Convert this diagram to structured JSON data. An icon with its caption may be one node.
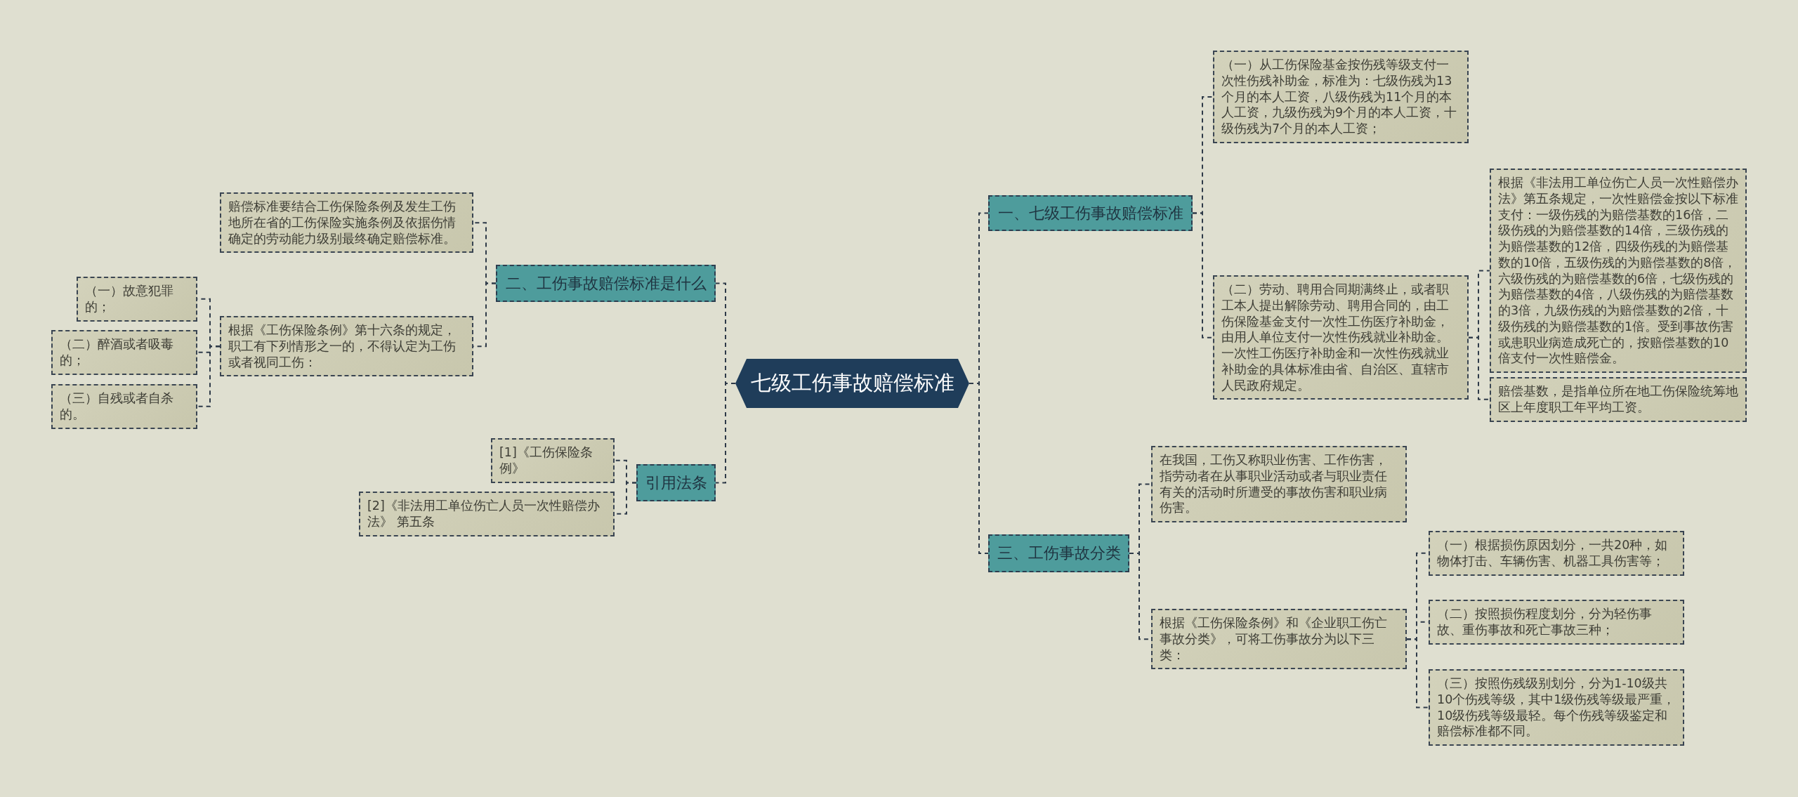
{
  "diagram": {
    "nodes": [
      {
        "text": [
          "七级工伤事故赔偿标准"
        ]
      },
      {
        "text": [
          "一、七级工伤事故赔偿标准"
        ]
      },
      {
        "text": [
          "（一）从工伤保险基金按伤残等级支付一次性伤残补助金，标准为：七级伤残为13个月的本人工资，八级伤残为11个月的本人工资，九级伤残为9个月的本人工资，十级伤残为7个月的本人工资；"
        ]
      },
      {
        "text": [
          "（二）劳动、聘用合同期满终止，或者职工本人提出解除劳动、聘用合同的，由工伤保险基金支付一次性工伤医疗补助金，由用人单位支付一次性伤残就业补助金。一次性工伤医疗补助金和一次性伤残就业补助金的具体标准由省、自治区、直辖市人民政府规定。"
        ]
      },
      {
        "text": [
          "根据《非法用工单位伤亡人员一次性赔偿办法》第五条规定，一次性赔偿金按以下标准支付：一级伤残的为赔偿基数的16倍，二级伤残的为赔偿基数的14倍，三级伤残的为赔偿基数的12倍，四级伤残的为赔偿基数的10倍，五级伤残的为赔偿基数的8倍，六级伤残的为赔偿基数的6倍，七级伤残的为赔偿基数的4倍，八级伤残的为赔偿基数的3倍，九级伤残的为赔偿基数的2倍，十级伤残的为赔偿基数的1倍。受到事故伤害或患职业病造成死亡的，按赔偿基数的10倍支付一次性赔偿金。"
        ]
      },
      {
        "text": [
          "赔偿基数，是指单位所在地工伤保险统筹地区上年度职工年平均工资。"
        ]
      },
      {
        "text": [
          "三、工伤事故分类"
        ]
      },
      {
        "text": [
          "在我国，工伤又称职业伤害、工作伤害，指劳动者在从事职业活动或者与职业责任有关的活动时所遭受的事故伤害和职业病伤害。"
        ]
      },
      {
        "text": [
          "根据《工伤保险条例》和《企业职工伤亡事故分类》，可将工伤事故分为以下三类："
        ]
      },
      {
        "text": [
          "（一）根据损伤原因划分，一共20种，如物体打击、车辆伤害、机器工具伤害等；"
        ]
      },
      {
        "text": [
          "（二）按照损伤程度划分，分为轻伤事故、重伤事故和死亡事故三种；"
        ]
      },
      {
        "text": [
          "（三）按照伤残级别划分，分为1-10级共10个伤残等级，其中1级伤残等级最严重，10级伤残等级最轻。每个伤残等级鉴定和赔偿标准都不同。"
        ]
      },
      {
        "text": [
          "二、工伤事故赔偿标准是什么"
        ]
      },
      {
        "text": [
          "赔偿标准要结合工伤保险条例及发生工伤地所在省的工伤保险实施条例及依据伤情确定的劳动能力级别最终确定赔偿标准。"
        ]
      },
      {
        "text": [
          "根据《工伤保险条例》第十六条的规定，职工有下列情形之一的，不得认定为工伤或者视同工伤："
        ]
      },
      {
        "text": [
          "（一）故意犯罪的；"
        ]
      },
      {
        "text": [
          "（二）醉酒或者吸毒的；"
        ]
      },
      {
        "text": [
          "（三）自残或者自杀的。"
        ]
      },
      {
        "text": [
          "引用法条"
        ]
      },
      {
        "text": [
          "[1]《工伤保险条例》"
        ]
      },
      {
        "text": [
          "[2]《非法用工单位伤亡人员一次性赔偿办法》 第五条"
        ]
      }
    ],
    "edges": [
      {
        "from": 0,
        "to": 1,
        "arrow": "none"
      },
      {
        "from": 0,
        "to": 6,
        "arrow": "none"
      },
      {
        "from": 0,
        "to": 12,
        "arrow": "none"
      },
      {
        "from": 0,
        "to": 18,
        "arrow": "none"
      },
      {
        "from": 1,
        "to": 2,
        "arrow": "none"
      },
      {
        "from": 1,
        "to": 3,
        "arrow": "none"
      },
      {
        "from": 3,
        "to": 4,
        "arrow": "none"
      },
      {
        "from": 3,
        "to": 5,
        "arrow": "none"
      },
      {
        "from": 6,
        "to": 7,
        "arrow": "none"
      },
      {
        "from": 6,
        "to": 8,
        "arrow": "none"
      },
      {
        "from": 8,
        "to": 9,
        "arrow": "none"
      },
      {
        "from": 8,
        "to": 10,
        "arrow": "none"
      },
      {
        "from": 8,
        "to": 11,
        "arrow": "none"
      },
      {
        "from": 12,
        "to": 13,
        "arrow": "none"
      },
      {
        "from": 12,
        "to": 14,
        "arrow": "none"
      },
      {
        "from": 14,
        "to": 15,
        "arrow": "none"
      },
      {
        "from": 14,
        "to": 16,
        "arrow": "none"
      },
      {
        "from": 14,
        "to": 17,
        "arrow": "none"
      },
      {
        "from": 18,
        "to": 19,
        "arrow": "none"
      },
      {
        "from": 18,
        "to": 20,
        "arrow": "none"
      }
    ]
  }
}
